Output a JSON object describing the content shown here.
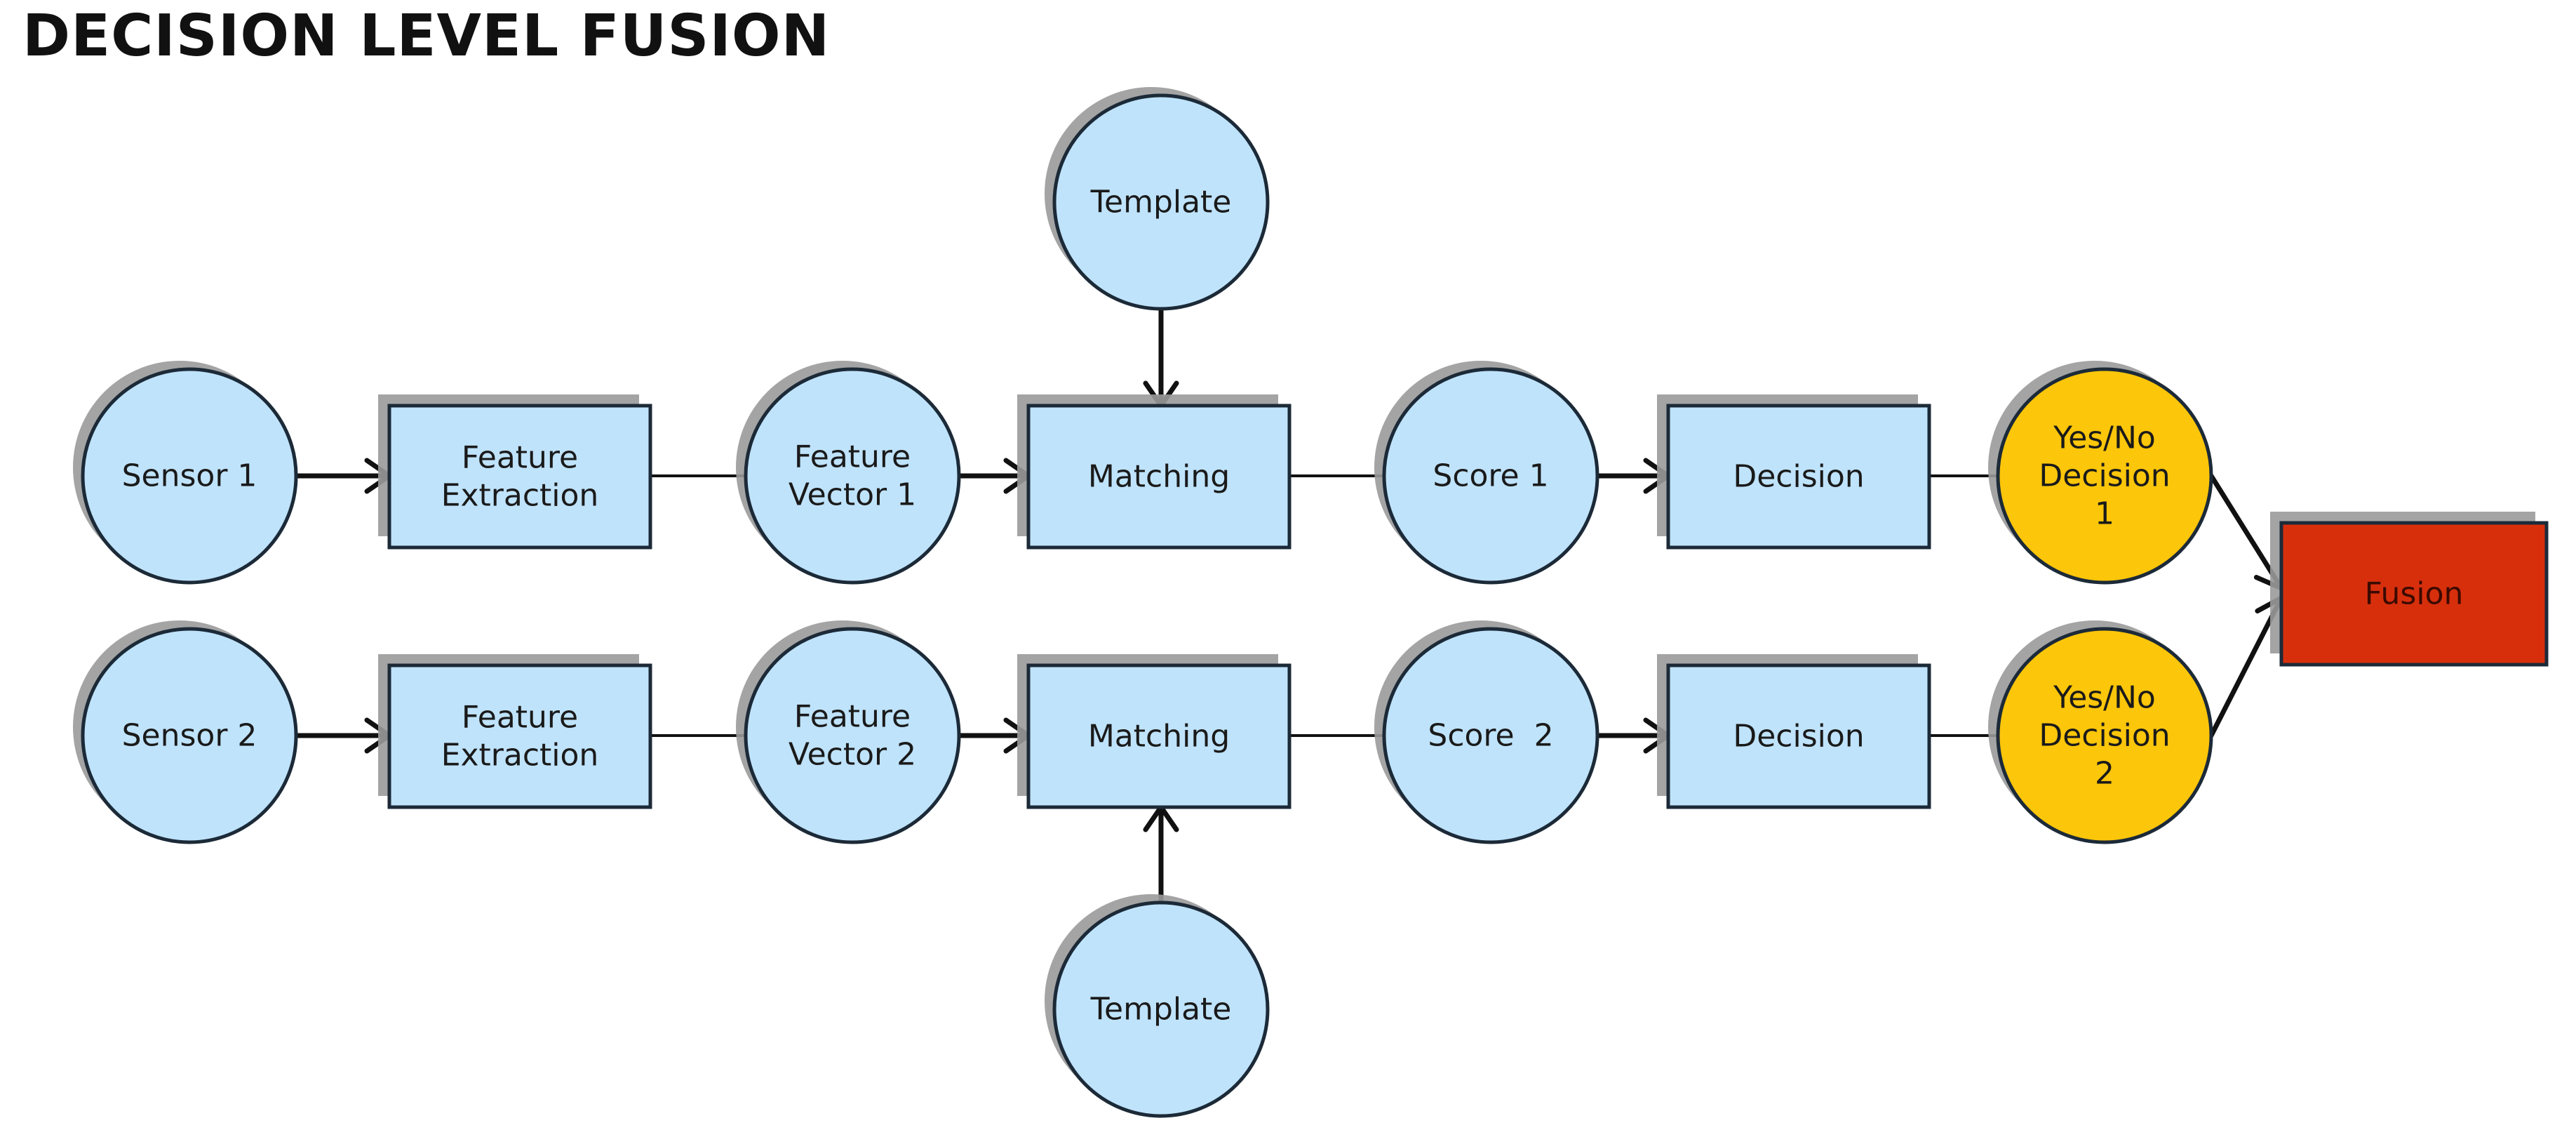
{
  "title": "DECISION LEVEL FUSION",
  "colors": {
    "light_blue": "#bfe3fb",
    "gold": "#fcc60a",
    "red": "#d72f0c",
    "stroke": "#1c2a38",
    "shadow": "#9a9a9a"
  },
  "nodes": {
    "template_top": {
      "label": [
        "Template"
      ]
    },
    "sensor1": {
      "label": [
        "Sensor 1"
      ]
    },
    "fe1": {
      "label": [
        "Feature",
        "Extraction"
      ]
    },
    "fv1": {
      "label": [
        "Feature",
        "Vector 1"
      ]
    },
    "match1": {
      "label": [
        "Matching"
      ]
    },
    "score1": {
      "label": [
        "Score 1"
      ]
    },
    "decision1": {
      "label": [
        "Decision"
      ]
    },
    "yesno1": {
      "label": [
        "Yes/No",
        "Decision",
        "1"
      ]
    },
    "fusion": {
      "label": [
        "Fusion"
      ]
    },
    "sensor2": {
      "label": [
        "Sensor 2"
      ]
    },
    "fe2": {
      "label": [
        "Feature",
        "Extraction"
      ]
    },
    "fv2": {
      "label": [
        "Feature",
        "Vector 2"
      ]
    },
    "match2": {
      "label": [
        "Matching"
      ]
    },
    "score2": {
      "label": [
        "Score  2"
      ]
    },
    "decision2": {
      "label": [
        "Decision"
      ]
    },
    "yesno2": {
      "label": [
        "Yes/No",
        "Decision",
        "2"
      ]
    },
    "template_bottom": {
      "label": [
        "Template"
      ]
    }
  }
}
